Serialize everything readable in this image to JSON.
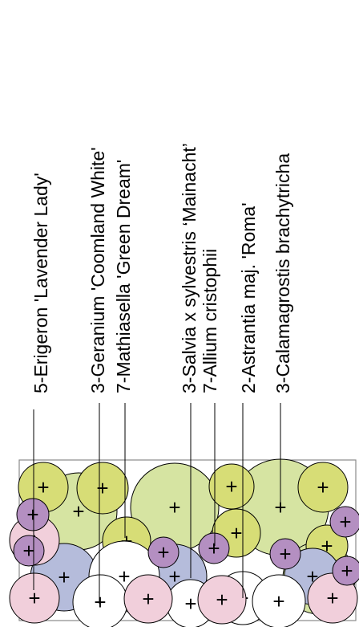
{
  "labels": [
    "5-Erigeron 'Lavender Lady'",
    "3-Geranium 'Coomland White'",
    "7-Mathiasella 'Green Dream'",
    "3-Salvia x sylvestris ‘Mainacht’",
    "7-Allium cristophii",
    "2-Astrantia maj. 'Roma'",
    "3-Calamagrostis brachytricha"
  ],
  "plant_marker": "+",
  "colors": {
    "lime": "#d6e4a2",
    "yellow_green": "#d7dd76",
    "lavender_blue": "#b5bcdb",
    "pink": "#f1cfdb",
    "purple": "#b48fc1",
    "white": "#ffffff",
    "stroke": "#000000",
    "bed_border": "#8a8a8a"
  },
  "plants": [
    {
      "species": "calamagrostis",
      "fill": "lime"
    },
    {
      "species": "calamagrostis",
      "fill": "lime"
    },
    {
      "species": "calamagrostis",
      "fill": "lime"
    },
    {
      "species": "calamagrostis",
      "fill": "lime"
    },
    {
      "species": "mathiasella",
      "fill": "yellow_green"
    },
    {
      "species": "mathiasella",
      "fill": "yellow_green"
    },
    {
      "species": "mathiasella",
      "fill": "yellow_green"
    },
    {
      "species": "mathiasella",
      "fill": "yellow_green"
    },
    {
      "species": "mathiasella",
      "fill": "yellow_green"
    },
    {
      "species": "mathiasella",
      "fill": "yellow_green"
    },
    {
      "species": "mathiasella",
      "fill": "yellow_green"
    },
    {
      "species": "salvia",
      "fill": "lavender_blue"
    },
    {
      "species": "salvia",
      "fill": "lavender_blue"
    },
    {
      "species": "salvia",
      "fill": "lavender_blue"
    },
    {
      "species": "geranium",
      "fill": "white"
    },
    {
      "species": "geranium",
      "fill": "white"
    },
    {
      "species": "geranium",
      "fill": "white"
    },
    {
      "species": "geranium",
      "fill": "white"
    },
    {
      "species": "geranium",
      "fill": "white"
    },
    {
      "species": "erigeron",
      "fill": "pink"
    },
    {
      "species": "erigeron",
      "fill": "pink"
    },
    {
      "species": "erigeron",
      "fill": "pink"
    },
    {
      "species": "erigeron",
      "fill": "pink"
    },
    {
      "species": "erigeron",
      "fill": "pink"
    },
    {
      "species": "allium",
      "fill": "purple"
    },
    {
      "species": "allium",
      "fill": "purple"
    },
    {
      "species": "allium",
      "fill": "purple"
    },
    {
      "species": "allium",
      "fill": "purple"
    },
    {
      "species": "allium",
      "fill": "purple"
    },
    {
      "species": "allium",
      "fill": "purple"
    },
    {
      "species": "allium",
      "fill": "purple"
    },
    {
      "species": "allium",
      "fill": "purple"
    }
  ]
}
